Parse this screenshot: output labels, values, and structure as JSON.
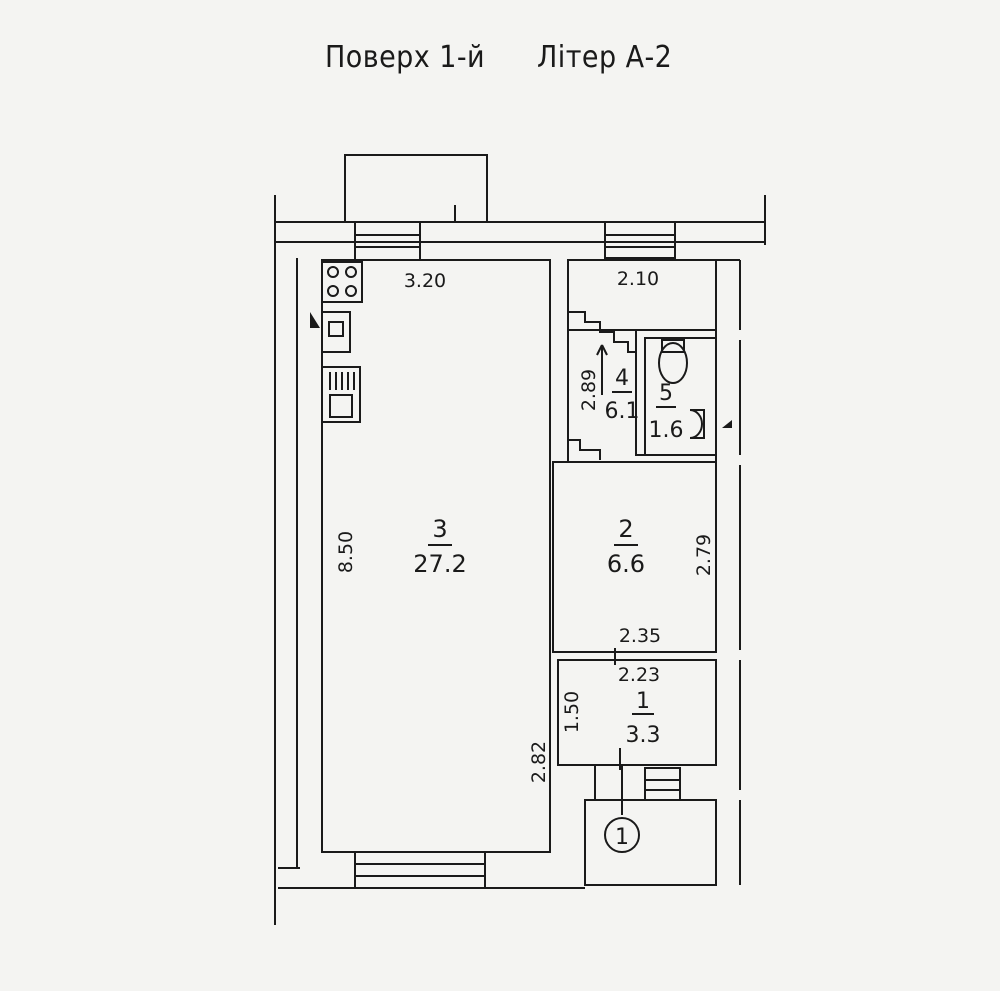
{
  "header": {
    "floor": "Поверх 1-й",
    "liter": "Літер А-2"
  },
  "rooms": [
    {
      "number": "3",
      "area": "27.2"
    },
    {
      "number": "2",
      "area": "6.6"
    },
    {
      "number": "1",
      "area": "3.3"
    },
    {
      "number": "4",
      "area": "6.1"
    },
    {
      "number": "5",
      "area": "1.6"
    }
  ],
  "dimensions": {
    "d320": "3.20",
    "d850": "8.50",
    "d282": "2.82",
    "d210": "2.10",
    "d289": "2.89",
    "d279": "2.79",
    "d235": "2.35",
    "d223": "2.23",
    "d150": "1.50"
  },
  "entrance_marker": "1",
  "colors": {
    "line": "#1a1a1a",
    "background": "#f4f4f2"
  }
}
